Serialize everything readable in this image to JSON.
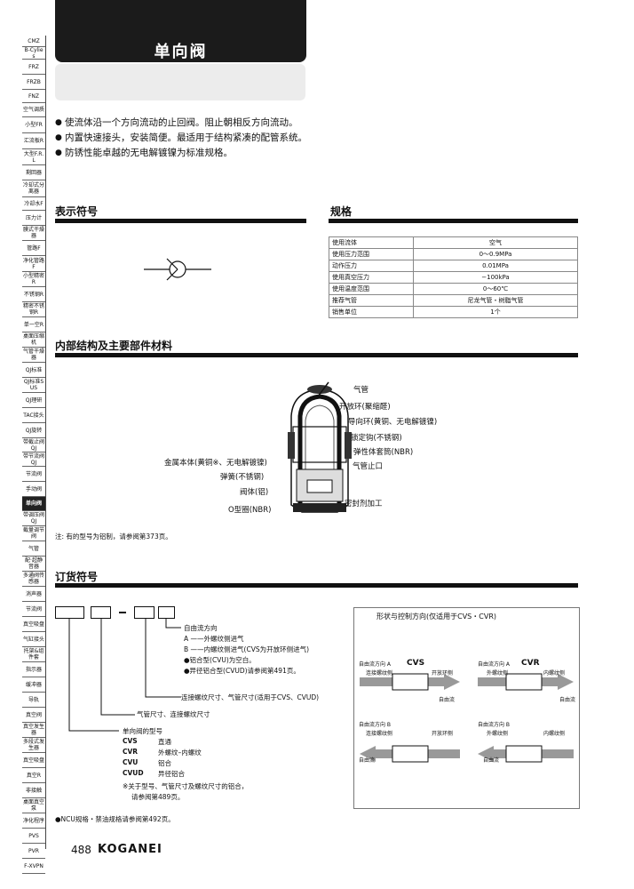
{
  "nav": {
    "items": [
      "CMZ",
      "B-Cylies",
      "FRZ",
      "FRZB",
      "FNZ",
      "空气调质",
      "小型FR",
      "汇流板R",
      "大型F.R.L",
      "剩回器",
      "冷却式分离器",
      "冷却水F",
      "压力计",
      "膜式干燥器",
      "管路F",
      "净化管路F",
      "小型精密R",
      "不锈钢R",
      "精密不锈钢R",
      "单一空R",
      "桌面压缩机",
      "气管干燥器",
      "QJ标准",
      "QJ标准SUS",
      "QJ理研",
      "TAC接头",
      "QJ旋转",
      "带截止阀QJ",
      "带节流阀QJ",
      "节流阀",
      "手动阀",
      "单向阀",
      "带调压阀QJ",
      "截量调节阀",
      "气管",
      "配·超静音器",
      "多通阀传感器",
      "消声器",
      "节流阀",
      "真空吸盘",
      "气缸接头",
      "托架&组件套",
      "指示器",
      "缓冲器",
      "导轨",
      "真空阀",
      "真空发生器",
      "多段式发生器",
      "真空吸盘",
      "真空R",
      "非接触",
      "桌面真空泵",
      "净化程序",
      "PVS",
      "PVR",
      "F-XVPN"
    ],
    "active_index": 31
  },
  "header": {
    "title": "单向阀"
  },
  "intro": {
    "bullets": [
      "使流体沿一个方向流动的止回阀。阻止朝相反方向流动。",
      "内置快速接头，安装简便。最适用于结构紧凑的配管系统。",
      "防锈性能卓越的无电解镀镍为标准规格。"
    ]
  },
  "symbol_section": {
    "title": "表示符号"
  },
  "spec_section": {
    "title": "规格",
    "rows": [
      [
        "使用流体",
        "空气"
      ],
      [
        "使用压力范围",
        "0～0.9MPa"
      ],
      [
        "动作压力",
        "0.01MPa"
      ],
      [
        "使用真空压力",
        "−100kPa"
      ],
      [
        "使用温度范围",
        "0～60℃"
      ],
      [
        "推荐气管",
        "尼龙气管・树脂气管"
      ],
      [
        "销售单位",
        "1个"
      ]
    ]
  },
  "structure_section": {
    "title": "内部结构及主要部件材料",
    "labels": {
      "tube": "气管",
      "release_ring": "开放环(聚缩醛)",
      "guide_ring": "导向环(黄铜、无电解镀镍)",
      "lock_claw": "锁定钩(不锈钢)",
      "elastic_sleeve": "弹性体套筒(NBR)",
      "tube_stop": "气管止口",
      "body": "金属本体(黄铜※、无电解镀镍)",
      "spring": "弹簧(不锈钢)",
      "valve_body": "阀体(铝)",
      "oring": "O型圈(NBR)",
      "sealant": "密封剂加工"
    },
    "footnote": "注: 有的型号为铝制，请参阅第373页。"
  },
  "order_section": {
    "title": "订货符号",
    "direction_title": "自由流方向",
    "direction_lines": [
      "A ——外螺纹侧进气",
      "B ——内螺纹侧进气(CVS为开放环侧进气)",
      "●铝合型(CVU)为空白。",
      "●异径铝合型(CVUD)请参阅第491页。"
    ],
    "thread_label": "连接螺纹尺寸、气管尺寸(适用于CVS、CVUD)",
    "tube_label": "气管尺寸、连接螺纹尺寸",
    "model_title": "单向阀的型号",
    "models": [
      {
        "code": "CVS",
        "desc": "直通"
      },
      {
        "code": "CVR",
        "desc": "外螺纹–内螺纹"
      },
      {
        "code": "CVU",
        "desc": "铝合"
      },
      {
        "code": "CVUD",
        "desc": "异径铝合"
      }
    ],
    "model_note_1": "※关于型号、气管尺寸及螺纹尺寸的铝合，",
    "model_note_2": "请参阅第489页。",
    "flow_box_title": "形状与控制方向(仅适用于CVS・CVR)",
    "flow": {
      "cvs_a_dir": "自由流方向 A",
      "cvs_a_sub": "连接螺纹侧",
      "cvs_a_open": "开放环侧",
      "cvs_a_free": "自由流",
      "cvr_a_dir": "自由流方向 A",
      "cvr_a_sub": "外螺纹侧",
      "cvr_a_in": "内螺纹侧",
      "cvr_a_free": "自由流",
      "cvs_b_dir": "自由流方向 B",
      "cvs_b_sub": "连接螺纹侧",
      "cvs_b_open": "开放环侧",
      "cvs_b_free": "自由流",
      "cvr_b_dir": "自由流方向 B",
      "cvr_b_sub": "外螺纹侧",
      "cvr_b_in": "内螺纹侧",
      "cvr_b_free": "自由流",
      "cvs_label": "CVS",
      "cvr_label": "CVR"
    },
    "ncu_note": "NCU规格・禁油规格请参阅第492页。"
  },
  "footer": {
    "page_number": "488",
    "brand": "KOGANEI"
  }
}
